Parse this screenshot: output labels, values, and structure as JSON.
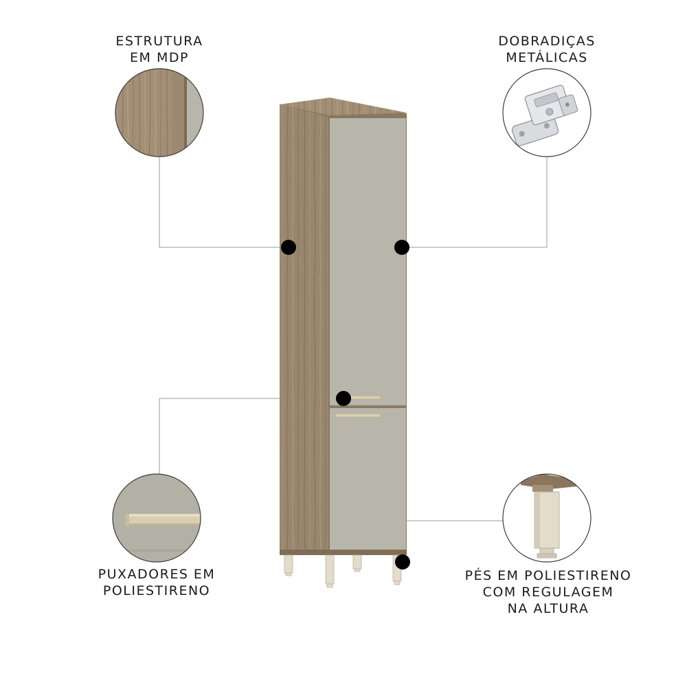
{
  "callouts": {
    "structure": {
      "lines": [
        "ESTRUTURA",
        "EM MDP"
      ]
    },
    "hinges": {
      "lines": [
        "DOBRADIÇAS",
        "METÁLICAS"
      ]
    },
    "handles": {
      "lines": [
        "PUXADORES EM",
        "POLIESTIRENO"
      ]
    },
    "feet": {
      "lines": [
        "PÉS EM POLIESTIRENO",
        "COM REGULAGEM",
        "NA ALTURA"
      ]
    }
  },
  "colors": {
    "wood": "#a38f75",
    "wood_dark": "#7f6d55",
    "door": "#b8b6ab",
    "door_edge": "#9e9c91",
    "handle": "#d8ceb0",
    "foot": "#e3dccb",
    "marker": "#000000",
    "leader_line": "#9a9a9a"
  },
  "icons": [
    "hinge-icon",
    "wood-texture-icon",
    "handle-icon",
    "foot-icon"
  ]
}
